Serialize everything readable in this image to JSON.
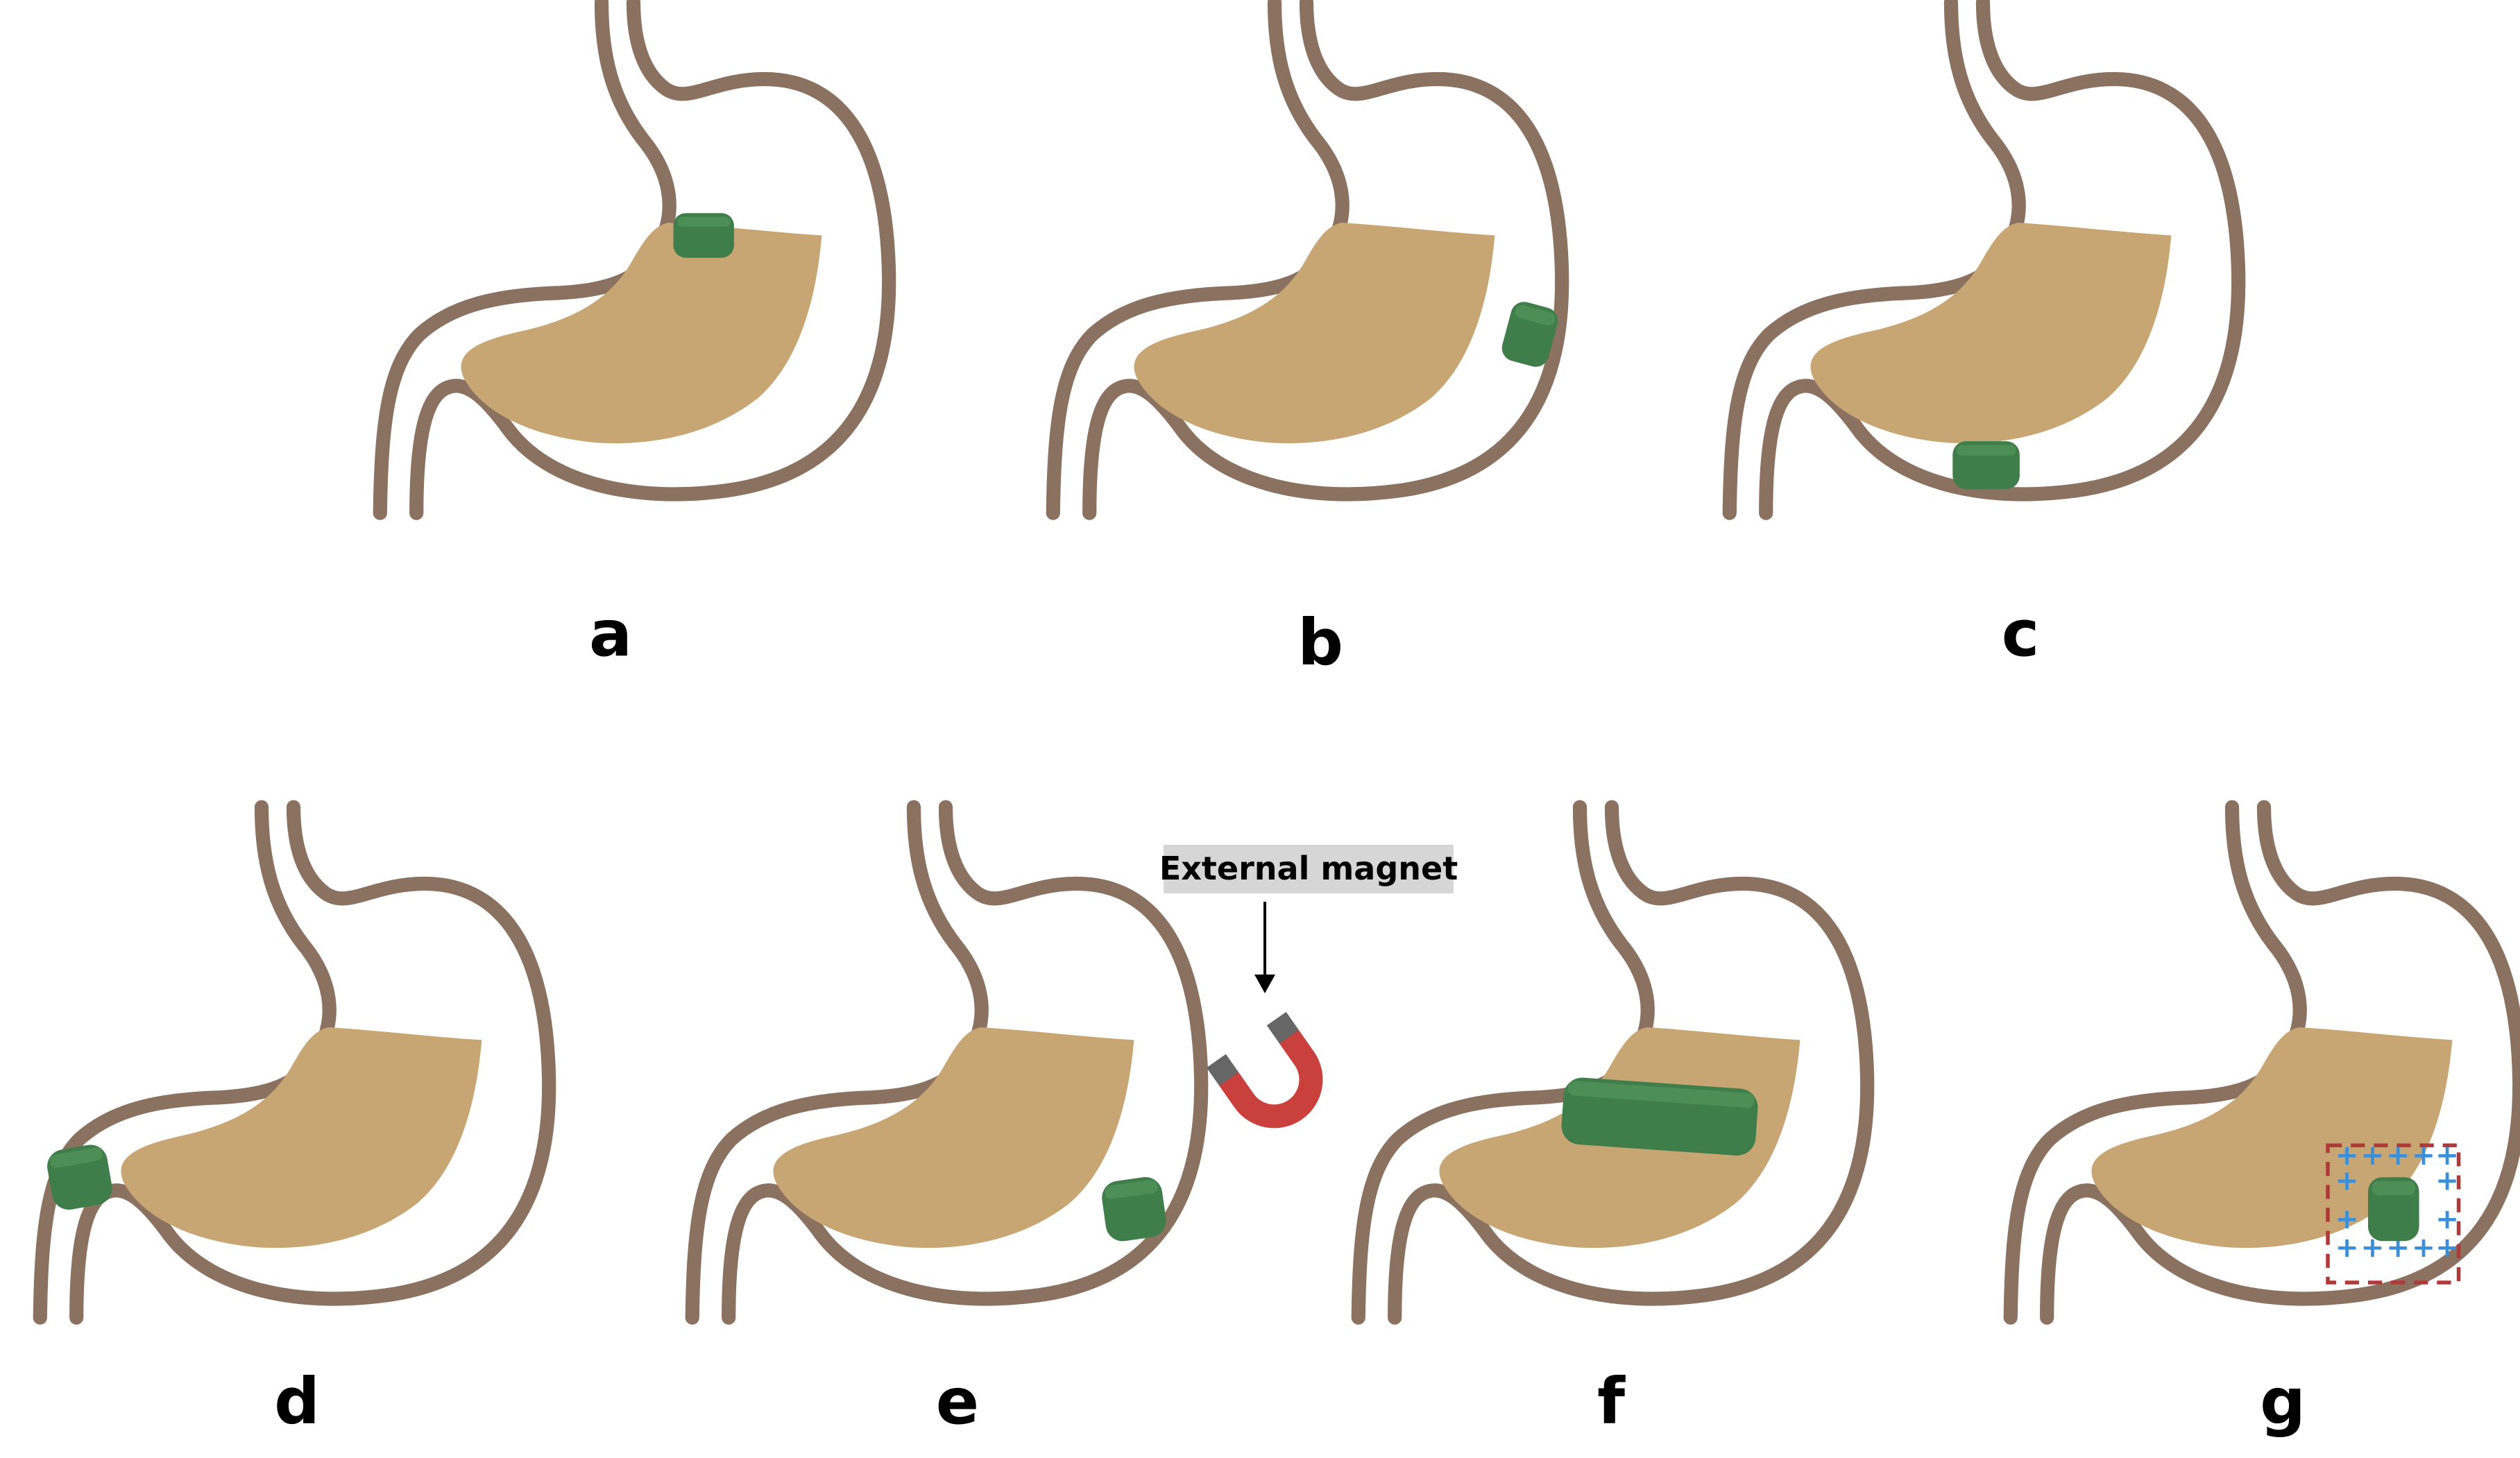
{
  "colors": {
    "stomach_wall": "#8a7160",
    "gastric_content": "#c8a673",
    "device": "#3f7e4a",
    "device_highlight": "#5a9a63",
    "magnet_red": "#c9403c",
    "magnet_pole": "#666666",
    "magnet_label_bg": "#d6d6d6",
    "charge_sign": "#3a8fd8",
    "boundary_dash": "#b03a3a"
  },
  "panels": [
    {
      "label": "a",
      "mechanism": "floating"
    },
    {
      "label": "b",
      "mechanism": "mucoadhesive"
    },
    {
      "label": "c",
      "mechanism": "high-density"
    },
    {
      "label": "d",
      "mechanism": "size-restriction"
    },
    {
      "label": "e",
      "mechanism": "magnetic"
    },
    {
      "label": "f",
      "mechanism": "expandable"
    },
    {
      "label": "g",
      "mechanism": "ion-exchange"
    }
  ],
  "magnet": {
    "label": "External magnet",
    "icon": "horseshoe-magnet-icon"
  },
  "charge_symbol": "+"
}
